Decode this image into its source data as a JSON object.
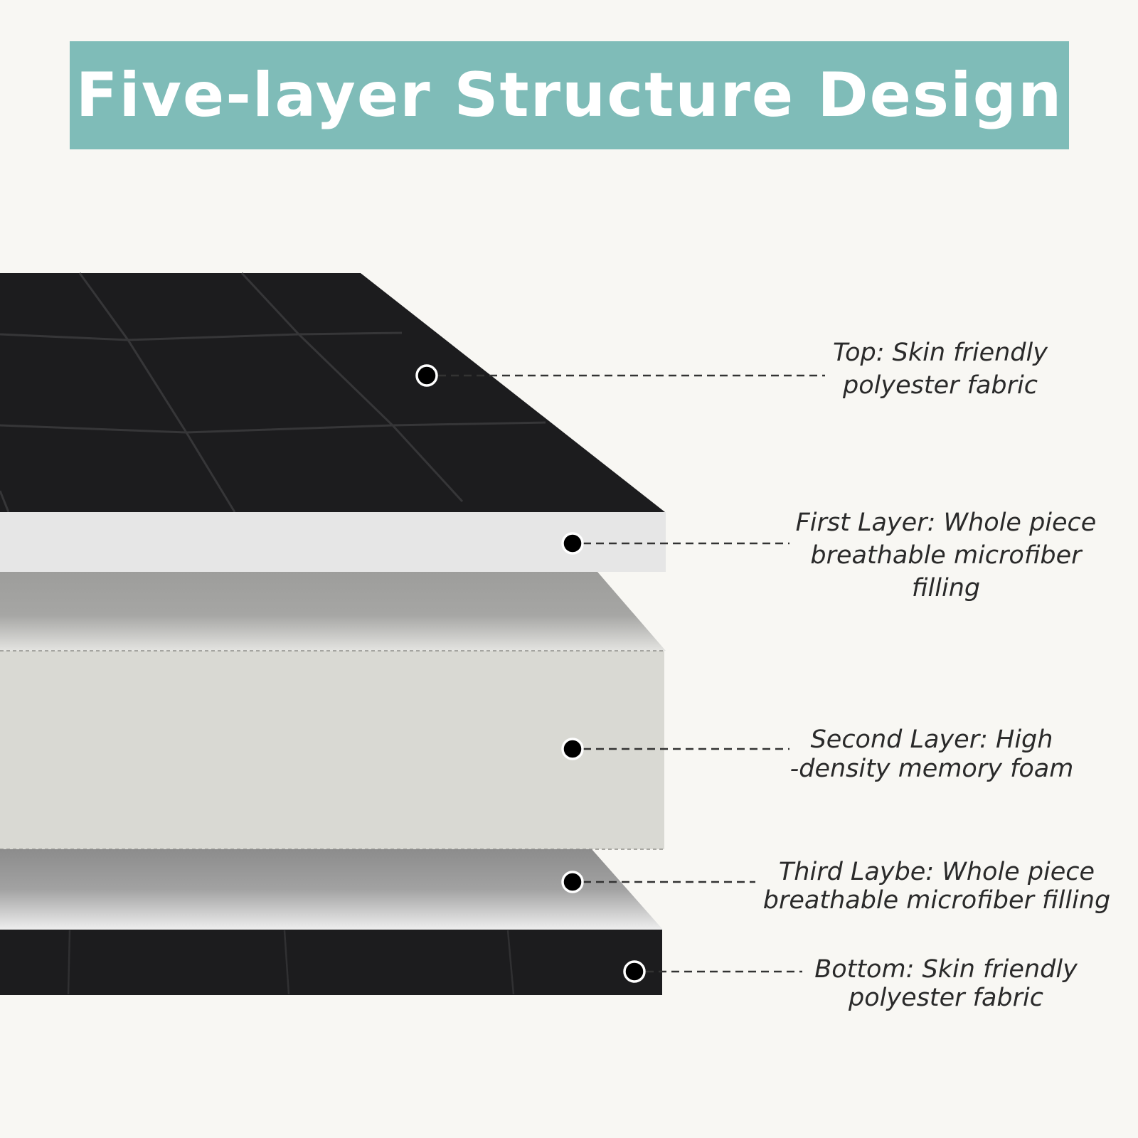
{
  "title": "Five-layer Structure Design",
  "colors": {
    "banner": "#7fbcb8",
    "background": "#f8f7f3",
    "fabric": "#1c1c1e",
    "microfiber": "#e6e6e6",
    "foam": "#d9d9d3"
  },
  "layers": [
    {
      "name": "top",
      "lines": [
        "Top: Skin friendly",
        "polyester fabric"
      ]
    },
    {
      "name": "first",
      "lines": [
        "First Layer: Whole piece",
        "breathable microfiber",
        "filling"
      ]
    },
    {
      "name": "second",
      "lines": [
        "Second Layer: High",
        "-density memory foam"
      ]
    },
    {
      "name": "third",
      "lines": [
        "Third Laybe: Whole piece",
        "breathable microfiber filling"
      ]
    },
    {
      "name": "bottom",
      "lines": [
        "Bottom: Skin friendly",
        "polyester fabric"
      ]
    }
  ]
}
